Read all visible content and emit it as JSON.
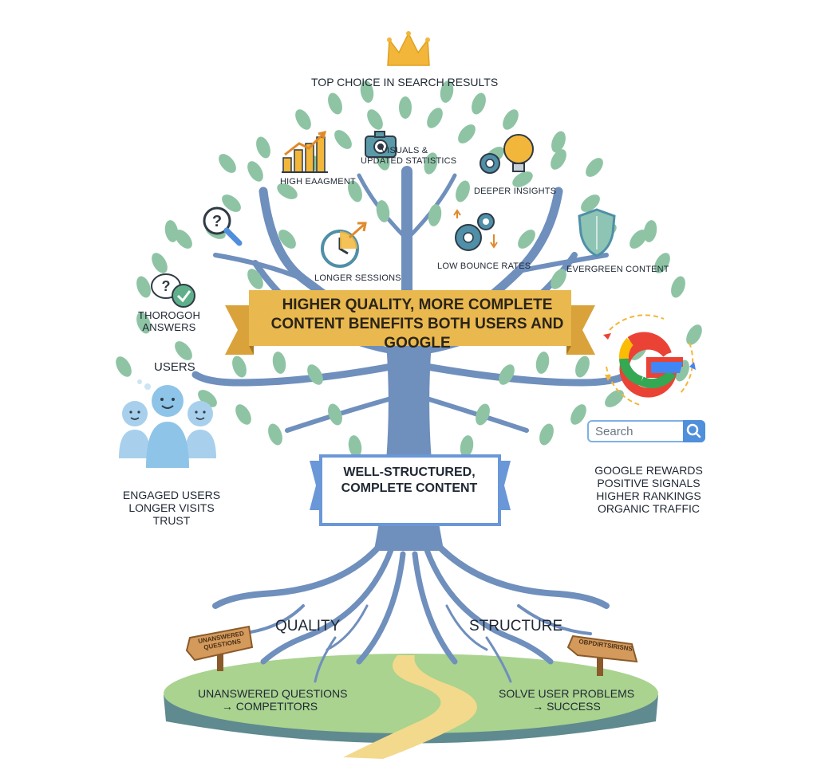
{
  "top": {
    "title": "TOP CHOICE IN SEARCH RESULTS"
  },
  "benefits": {
    "high_engagement": "HIGH EAAGMENT",
    "visuals": [
      "VISUALS &",
      "UPDATED STATISTICS"
    ],
    "deeper_insights": "DEEPER INSIGHTS",
    "longer_sessions": "LONGER SESSIONS",
    "low_bounce": "LOW BOUNCE RATES",
    "evergreen": "EVERGREEN CONTENT",
    "thorough": [
      "THOROGOH",
      "ANSWERS"
    ]
  },
  "banner": {
    "line1": "HIGHER QUALITY, MORE COMPLETE CONTENT",
    "line2": "BENEFITS BOTH USERS AND GOOGLE"
  },
  "users": {
    "heading": "USERS",
    "lines": [
      "ENGAGED USERS",
      "LONGER VISITS",
      "TRUST"
    ]
  },
  "google": {
    "search_placeholder": "Search",
    "lines": [
      "GOOGLE REWARDS",
      "POSITIVE SIGNALS",
      "HIGHER RANKINGS",
      "ORGANIC TRAFFIC"
    ]
  },
  "core": {
    "lines": [
      "WELL-STRUCTURED,",
      "COMPLETE",
      "CONTENT"
    ]
  },
  "roots": {
    "left": "QUALITY",
    "right": "STRUCTURE"
  },
  "signs": {
    "left": [
      "UNANSWERED",
      "QUESTIONS"
    ],
    "right": "OBPDIRTSIRISNS"
  },
  "ground": {
    "left": [
      "UNANSWERED QUESTIONS",
      "→ COMPETITORS"
    ],
    "right": [
      "SOLVE USER PROBLEMS",
      "→ SUCCESS"
    ]
  },
  "colors": {
    "trunk": "#6f8fbd",
    "leaf": "#8ec4a4",
    "banner": "#e9b84e",
    "core_border": "#6a97d8",
    "grass": "#a9d38f",
    "path": "#f3d98c",
    "gold": "#f2b73a"
  }
}
